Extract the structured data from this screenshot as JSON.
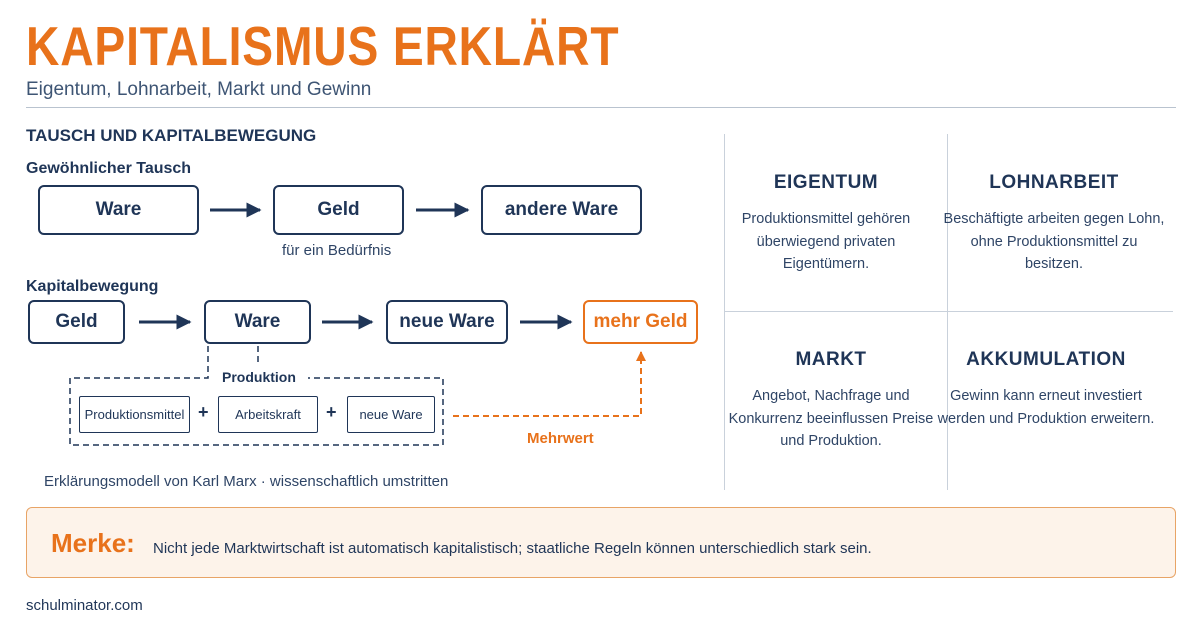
{
  "header": {
    "title": "KAPITALISMUS ERKLÄRT",
    "subtitle": "Eigentum, Lohnarbeit, Markt und Gewinn"
  },
  "diagram": {
    "section_title": "TAUSCH UND KAPITALBEWEGUNG",
    "simple_exchange": {
      "label": "Gewöhnlicher Tausch",
      "steps": [
        "Ware",
        "Geld",
        "andere Ware"
      ],
      "note": "für ein Bedürfnis"
    },
    "capital_movement": {
      "label": "Kapitalbewegung",
      "steps": [
        "Geld",
        "Ware",
        "neue Ware",
        "mehr Geld"
      ],
      "production": {
        "label": "Produktion",
        "items": [
          "Produktionsmittel",
          "Arbeitskraft",
          "neue Ware"
        ],
        "plus": "+"
      },
      "surplus_label": "Mehrwert"
    },
    "caption": "Erklärungsmodell von Karl Marx · wissenschaftlich umstritten"
  },
  "cards": [
    {
      "title": "EIGENTUM",
      "text": "Produktionsmittel gehören überwiegend privaten Eigentümern."
    },
    {
      "title": "LOHNARBEIT",
      "text": "Beschäftigte arbeiten gegen Lohn, ohne Produktionsmittel zu besitzen."
    },
    {
      "title": "MARKT",
      "text": "Angebot, Nachfrage und Konkurrenz beeinflussen Preise und Produktion."
    },
    {
      "title": "AKKUMULATION",
      "text": "Gewinn kann erneut investiert werden und Produktion erweitern."
    }
  ],
  "note": {
    "label": "Merke:",
    "text": "Nicht jede Marktwirtschaft ist automatisch kapitalistisch; staatliche Regeln können unterschiedlich stark sein."
  },
  "footer": {
    "source": "schulminator.com"
  },
  "colors": {
    "navy": "#1f3557",
    "orange": "#e8721b",
    "note_bg": "#fdf3ea"
  }
}
